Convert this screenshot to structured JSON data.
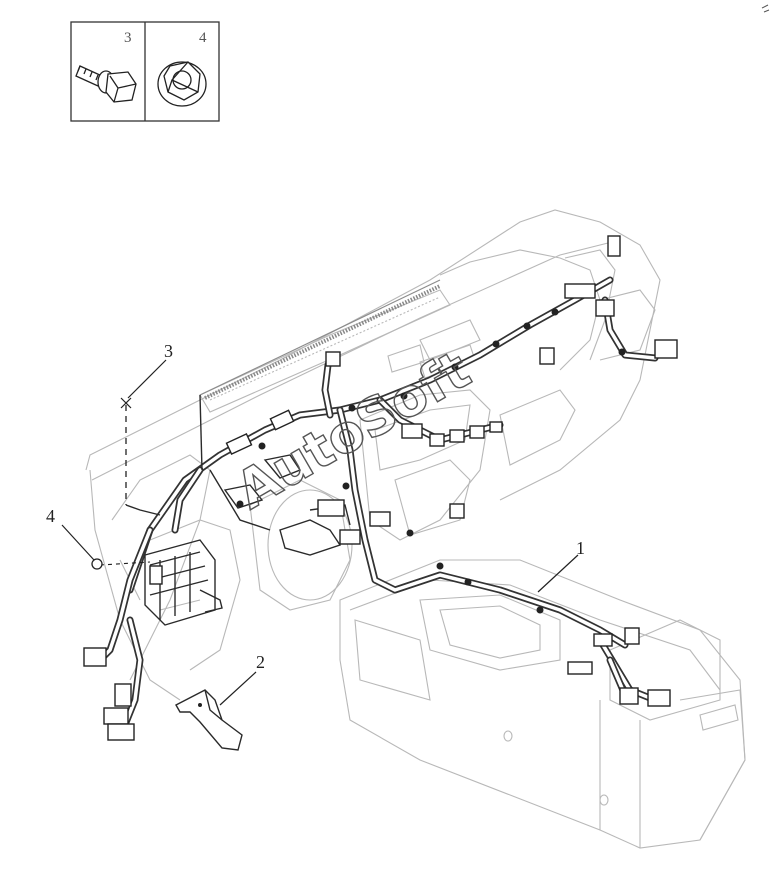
{
  "inset": {
    "parts": [
      {
        "number": "3",
        "icon": "bolt-icon"
      },
      {
        "number": "4",
        "icon": "flange-nut-icon"
      }
    ]
  },
  "callouts": [
    {
      "id": "1"
    },
    {
      "id": "2"
    },
    {
      "id": "3"
    },
    {
      "id": "4"
    }
  ],
  "watermark": "AutoSoft",
  "colors": {
    "line": "#2a2a2a",
    "faint_outline": "#b8b8b8"
  }
}
